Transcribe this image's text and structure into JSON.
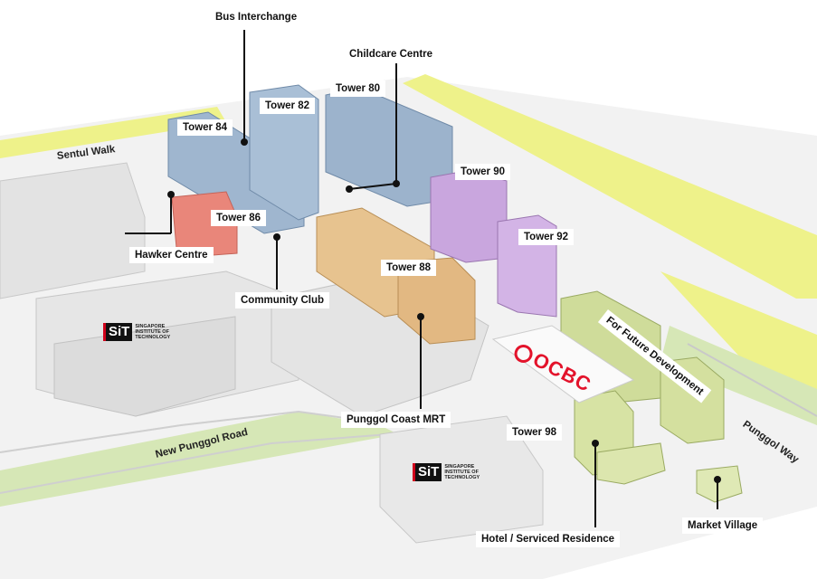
{
  "labels": {
    "bus_interchange": "Bus Interchange",
    "childcare_centre": "Childcare Centre",
    "tower_80": "Tower 80",
    "tower_82": "Tower 82",
    "tower_84": "Tower 84",
    "tower_86": "Tower 86",
    "tower_88": "Tower 88",
    "tower_90": "Tower 90",
    "tower_92": "Tower 92",
    "tower_98": "Tower 98",
    "hawker_centre": "Hawker Centre",
    "community_club": "Community Club",
    "punggol_coast_mrt": "Punggol Coast MRT",
    "hotel_serviced_residence": "Hotel / Serviced Residence",
    "market_village": "Market Village",
    "future_development": "For Future Development"
  },
  "roads": {
    "sentul_walk": "Sentul Walk",
    "new_punggol_road": "New Punggol Road",
    "punggol_way": "Punggol Way"
  },
  "logos": {
    "sit_mark": "SiT",
    "sit_text": "SINGAPORE INSTITUTE OF TECHNOLOGY",
    "ocbc": "OCBC"
  },
  "colors": {
    "blue_towers": "#9fb6cf",
    "purple_towers": "#c9a6de",
    "orange_towers": "#e7c38f",
    "green_towers": "#cfdc9a",
    "red_hawker": "#e9867a",
    "yellow_park": "#eef28a",
    "green_strip": "#d6e7b6"
  }
}
